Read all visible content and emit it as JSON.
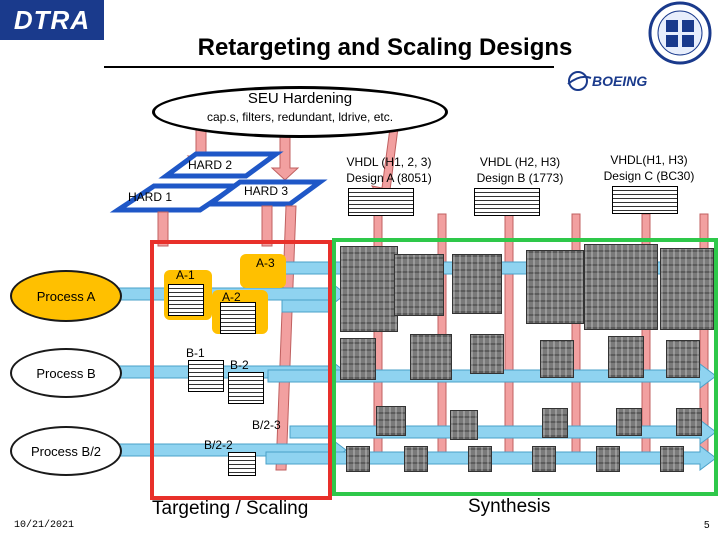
{
  "header": {
    "logo_left": "DTRA",
    "title": "Retargeting and Scaling Designs",
    "logo_right_brand": "BOEING"
  },
  "seu": {
    "title": "SEU Hardening",
    "subtitle": "cap.s, filters, redundant, ldrive,  etc."
  },
  "hard": {
    "h1": "HARD 1",
    "h2": "HARD 2",
    "h3": "HARD 3"
  },
  "vhdl": [
    {
      "line1": "VHDL (H1, 2, 3)",
      "line2": "Design A (8051)"
    },
    {
      "line1": "VHDL (H2, H3)",
      "line2": "Design B (1773)"
    },
    {
      "line1": "VHDL(H1, H3)",
      "line2": "Design C (BC30)"
    }
  ],
  "processes": [
    "Process A",
    "Process B",
    "Process B/2"
  ],
  "cells": {
    "a1": "A-1",
    "a2": "A-2",
    "a3": "A-3",
    "b1": "B-1",
    "b2": "B-2",
    "b21": "B/2-2",
    "b23": "B/2-3"
  },
  "regions": {
    "targeting": "Targeting / Scaling",
    "synthesis": "Synthesis"
  },
  "footer": {
    "date": "10/21/2021",
    "page": "5"
  },
  "colors": {
    "arrow_pink": "#f2a0a0",
    "arrow_blue": "#8fd3f0",
    "region_red": "#e8302a",
    "region_green": "#2ec84a",
    "process_a_fill": "#ffc000",
    "hard_blue": "#1f57c7",
    "cell_yellow": "#ffc000"
  }
}
